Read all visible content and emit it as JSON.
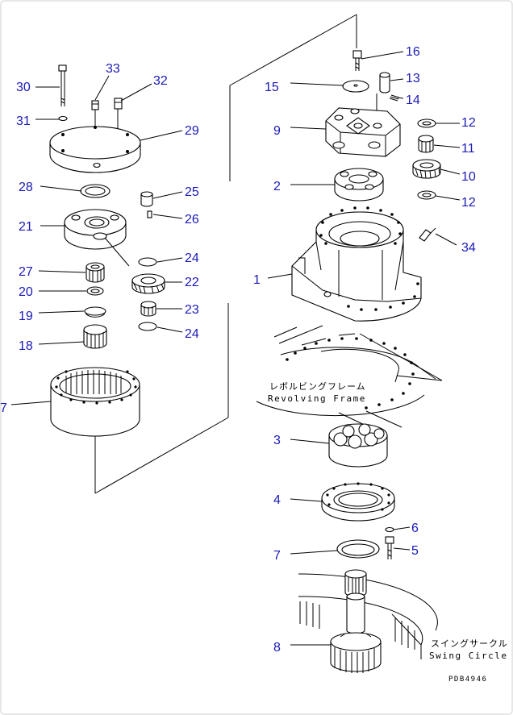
{
  "diagram": {
    "callouts": {
      "c1": "1",
      "c2": "2",
      "c3": "3",
      "c4": "4",
      "c5": "5",
      "c6": "6",
      "c7a": "7",
      "c7b": "7",
      "c8": "8",
      "c9": "9",
      "c10": "10",
      "c11": "11",
      "c12a": "12",
      "c12b": "12",
      "c13": "13",
      "c14": "14",
      "c15": "15",
      "c16": "16",
      "c18": "18",
      "c19": "19",
      "c20": "20",
      "c21": "21",
      "c22": "22",
      "c23": "23",
      "c24a": "24",
      "c24b": "24",
      "c25": "25",
      "c26": "26",
      "c27": "27",
      "c28": "28",
      "c29": "29",
      "c30": "30",
      "c31": "31",
      "c32": "32",
      "c33": "33",
      "c34": "34"
    },
    "revolving_frame_jp": "レボルビングフレーム",
    "revolving_frame_en": "Revolving Frame",
    "swing_circle_jp": "スイングサークル",
    "swing_circle_en": "Swing Circle",
    "drawing_code": "PDB4946"
  }
}
